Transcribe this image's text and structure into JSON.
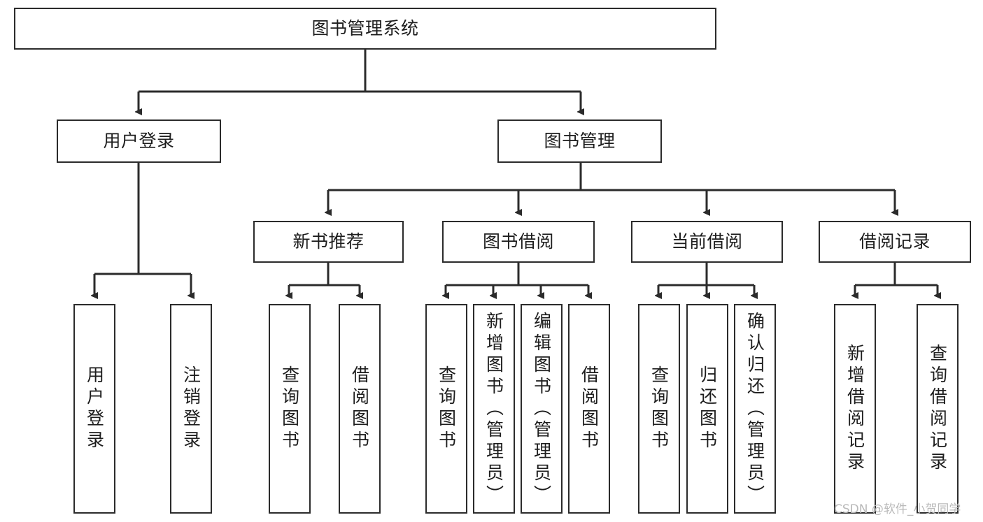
{
  "diagram": {
    "title": "图书管理系统",
    "type": "tree",
    "line_color": "#2b2b2b",
    "box_fill": "#ffffff",
    "text_color": "#1d1d1d"
  },
  "watermark": {
    "text": "CSDN @软件_小贺同学",
    "color": "#b9b9b9"
  },
  "nodes": {
    "root": {
      "label": "图书管理系统"
    },
    "level2": [
      {
        "label": "用户登录"
      },
      {
        "label": "图书管理"
      }
    ],
    "level3": [
      {
        "label": "新书推荐"
      },
      {
        "label": "图书借阅"
      },
      {
        "label": "当前借阅"
      },
      {
        "label": "借阅记录"
      }
    ],
    "leaves": {
      "user_login": [
        {
          "label": "用户登录"
        },
        {
          "label": "注销登录"
        }
      ],
      "new_book_recommend": [
        {
          "label": "查询图书"
        },
        {
          "label": "借阅图书"
        }
      ],
      "book_borrow": [
        {
          "label": "查询图书"
        },
        {
          "label": "新增图书（管理员）"
        },
        {
          "label": "编辑图书（管理员）"
        },
        {
          "label": "借阅图书"
        }
      ],
      "current_borrow": [
        {
          "label": "查询图书"
        },
        {
          "label": "归还图书"
        },
        {
          "label": "确认归还（管理员）"
        }
      ],
      "borrow_record": [
        {
          "label": "新增借阅记录"
        },
        {
          "label": "查询借阅记录"
        }
      ]
    }
  }
}
